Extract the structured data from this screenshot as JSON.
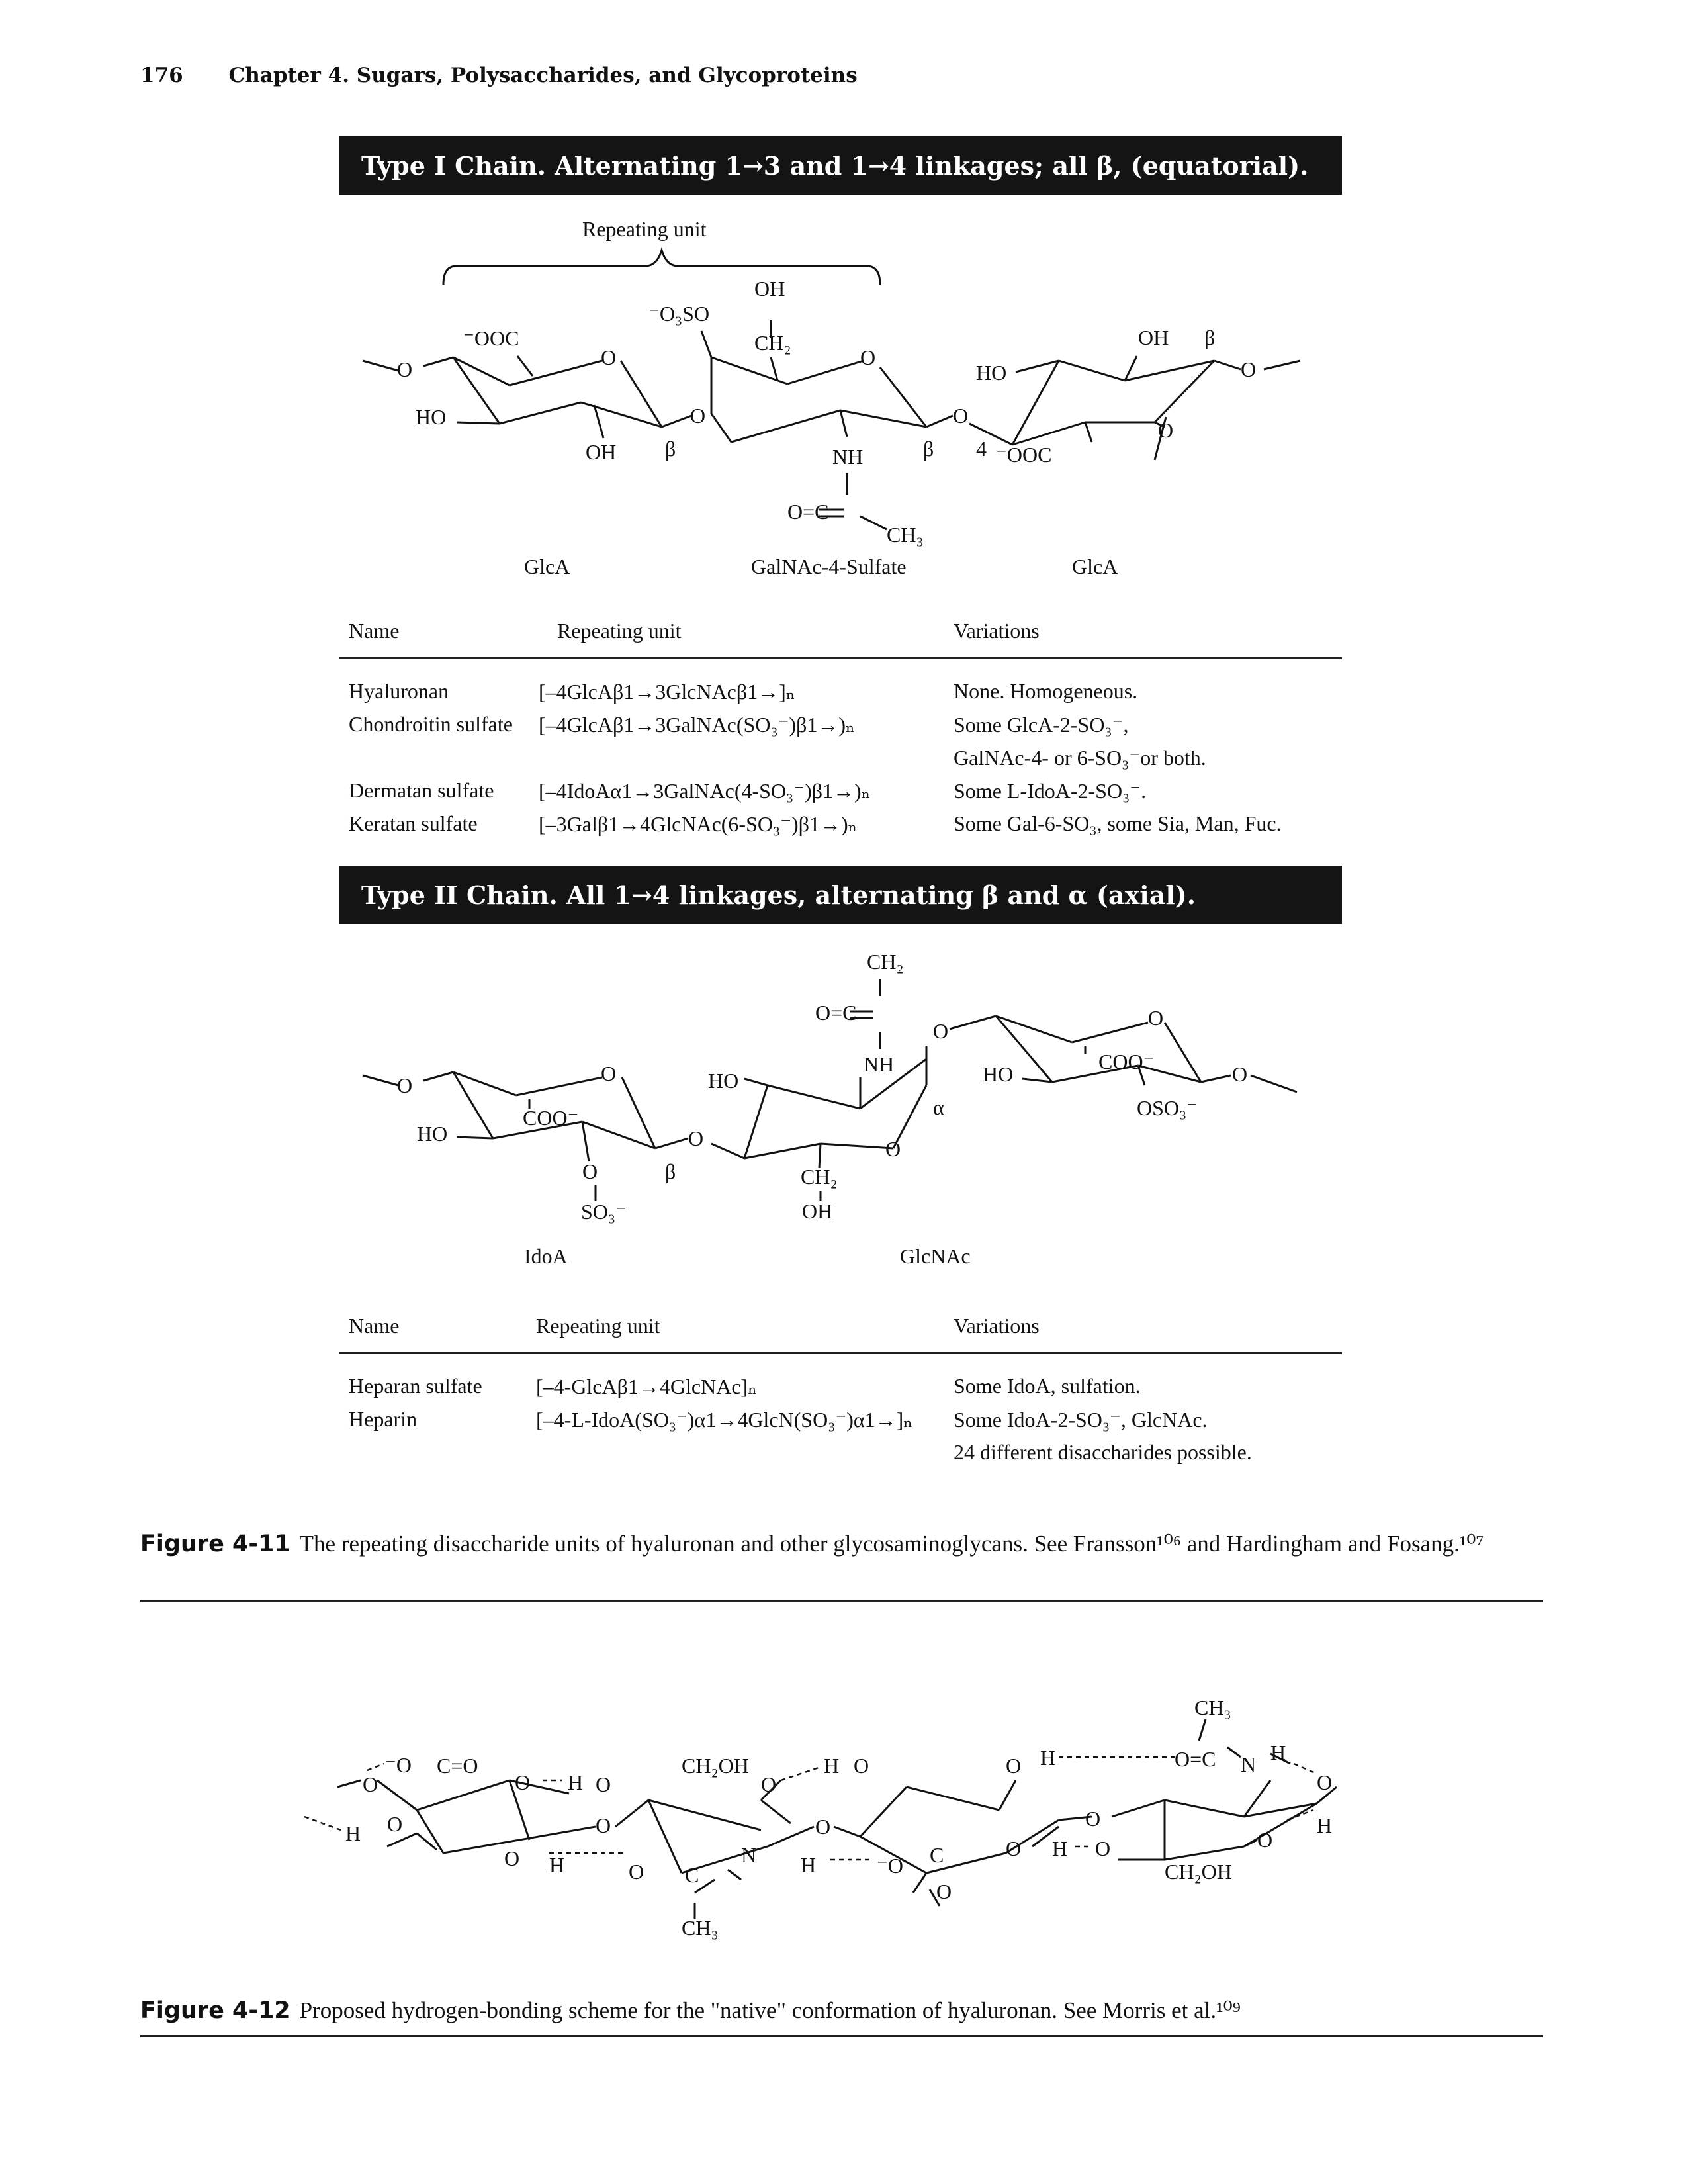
{
  "header": {
    "page_number": "176",
    "chapter_title": "Chapter 4. Sugars, Polysaccharides, and Glycoproteins"
  },
  "type1": {
    "banner": "Type I Chain. Alternating 1→3 and 1→4 linkages; all β, (equatorial).",
    "repeating_unit_label": "Repeating unit",
    "residue_labels": [
      "GlcA",
      "GalNAc-4-Sulfate",
      "GlcA"
    ],
    "structure_labels": {
      "ooc": "⁻OOC",
      "ho1": "HO",
      "oh1": "OH",
      "beta1": "β",
      "o_ring1": "O",
      "o_link1": "O",
      "o_left": "O",
      "o3so": "⁻O₃SO",
      "oh_top": "OH",
      "ch2": "CH₂",
      "o_ring2": "O",
      "nh": "NH",
      "beta2": "β",
      "o_link2": "O",
      "c_eq": "O=C",
      "ch3": "CH₃",
      "ho3": "HO",
      "oh3": "OH",
      "beta3": "β",
      "four": "4",
      "ooc3": "⁻OOC",
      "o_ring3": "O",
      "o_right": "O"
    },
    "table": {
      "headers": [
        "Name",
        "Repeating unit",
        "Variations"
      ],
      "rows": [
        {
          "name": "Hyaluronan",
          "unit": "[–4GlcAβ1→3GlcNAcβ1→]ₙ",
          "variation": "None. Homogeneous."
        },
        {
          "name": "Chondroitin sulfate",
          "unit": "[–4GlcAβ1→3GalNAc(SO₃⁻)β1→)ₙ",
          "variation": "Some GlcA-2-SO₃⁻,"
        },
        {
          "name": "",
          "unit": "",
          "variation": "GalNAc-4- or 6-SO₃⁻or both."
        },
        {
          "name": "Dermatan sulfate",
          "unit": "[–4IdoAα1→3GalNAc(4-SO₃⁻)β1→)ₙ",
          "variation": "Some L-IdoA-2-SO₃⁻."
        },
        {
          "name": "Keratan sulfate",
          "unit": "[–3Galβ1→4GlcNAc(6-SO₃⁻)β1→)ₙ",
          "variation": "Some Gal-6-SO₃, some Sia, Man, Fuc."
        }
      ]
    }
  },
  "type2": {
    "banner": "Type II Chain. All 1→4 linkages, alternating β and α (axial).",
    "residue_labels": [
      "IdoA",
      "GlcNAc"
    ],
    "structure_labels": {
      "o_left": "O",
      "ho1": "HO",
      "coo1": "COO⁻",
      "o_ring1": "O",
      "o_sub": "O",
      "so3": "SO₃⁻",
      "beta": "β",
      "o_link1": "O",
      "ch2_top": "CH₂",
      "c_eq": "O=C",
      "nh": "NH",
      "ho2": "HO",
      "o_ring2": "O",
      "alpha": "α",
      "ch2_bot": "CH₂",
      "oh_bot": "OH",
      "o_link2": "O",
      "ho3": "HO",
      "coo3": "COO⁻",
      "o_ring3": "O",
      "oso3": "OSO₃⁻",
      "o_right": "O"
    },
    "table": {
      "headers": [
        "Name",
        "Repeating unit",
        "Variations"
      ],
      "rows": [
        {
          "name": "Heparan sulfate",
          "unit": "[–4-GlcAβ1→4GlcNAc]ₙ",
          "variation": "Some IdoA, sulfation."
        },
        {
          "name": "Heparin",
          "unit": "[–4-L-IdoA(SO₃⁻)α1→4GlcN(SO₃⁻)α1→]ₙ",
          "variation": "Some IdoA-2-SO₃⁻, GlcNAc."
        },
        {
          "name": "",
          "unit": "",
          "variation": "24 different disaccharides possible."
        }
      ]
    }
  },
  "figure_4_11": {
    "label": "Figure 4-11",
    "caption": "The repeating disaccharide units of hyaluronan and other glycosaminoglycans. See Fransson¹⁰⁶ and Hardingham and Fosang.¹⁰⁷"
  },
  "figure_4_12": {
    "label": "Figure 4-12",
    "caption": "Proposed hydrogen-bonding scheme for the \"native\" conformation of hyaluronan. See Morris et al.¹⁰⁹",
    "structure_labels": {
      "o_minus": "⁻O",
      "c_eq_o": "C=O",
      "o1": "O",
      "h1": "H",
      "o2": "O",
      "o3": "O",
      "h2": "H",
      "o4": "O",
      "ch2oh1": "CH₂OH",
      "o5": "O",
      "h3": "H",
      "o6": "O",
      "o7": "O",
      "n": "N",
      "c1": "C",
      "ch3a": "CH₃",
      "h4": "H",
      "o8": "⁻O",
      "c2": "C",
      "o9": "O",
      "o10": "O",
      "h5": "H",
      "o11": "O",
      "o12": "O",
      "h6": "H",
      "o13": "O=C",
      "n2": "N",
      "h7": "H",
      "ch3b": "CH₃",
      "o14": "O",
      "o15": "O",
      "h8": "H",
      "ch2oh2": "CH₂OH",
      "o16": "O",
      "h9": "H"
    }
  }
}
